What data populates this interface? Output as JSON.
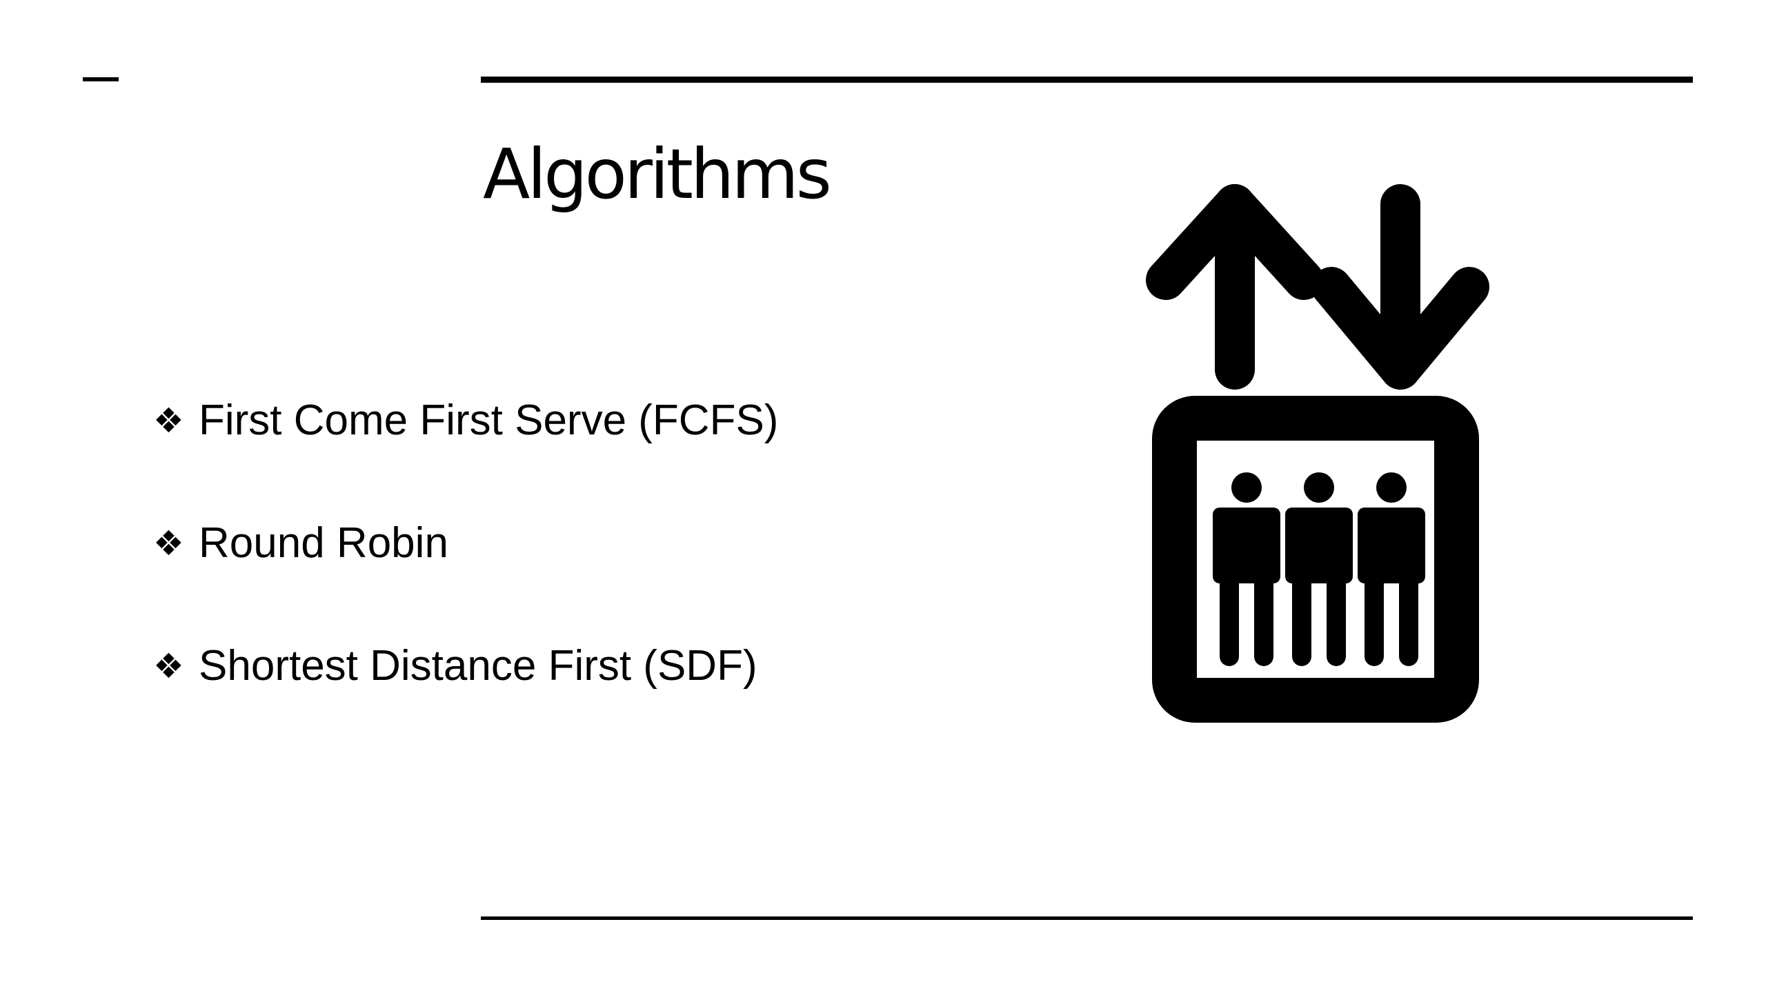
{
  "slide": {
    "title": "Algorithms",
    "bullets": [
      {
        "glyph": "❖",
        "text": "First Come First Serve (FCFS)"
      },
      {
        "glyph": "❖",
        "text": "Round Robin"
      },
      {
        "glyph": "❖",
        "text": "Shortest Distance First (SDF)"
      }
    ],
    "icon": "elevator-icon",
    "colors": {
      "background": "#ffffff",
      "foreground": "#000000"
    }
  }
}
